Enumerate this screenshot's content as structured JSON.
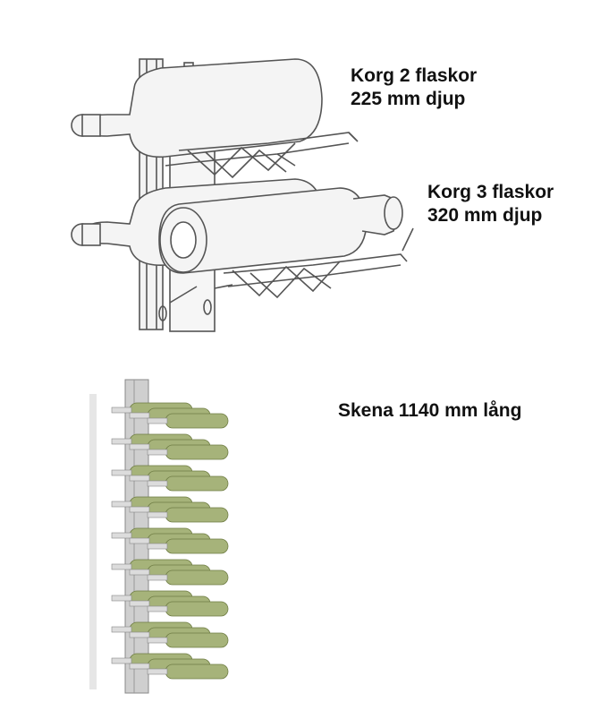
{
  "labels": {
    "basket_2": {
      "line1": "Korg 2 flaskor",
      "line2": "225 mm djup"
    },
    "basket_3": {
      "line1": "Korg 3 flaskor",
      "line2": "320 mm djup"
    },
    "rail": {
      "text": "Skena 1140 mm lång"
    }
  },
  "colors": {
    "line": "#555555",
    "bottle_fill": "#f4f4f4",
    "bottle_green": "#a6b37a",
    "bottle_green_dark": "#6f7d44",
    "rail_grey": "#cfcfcf"
  }
}
